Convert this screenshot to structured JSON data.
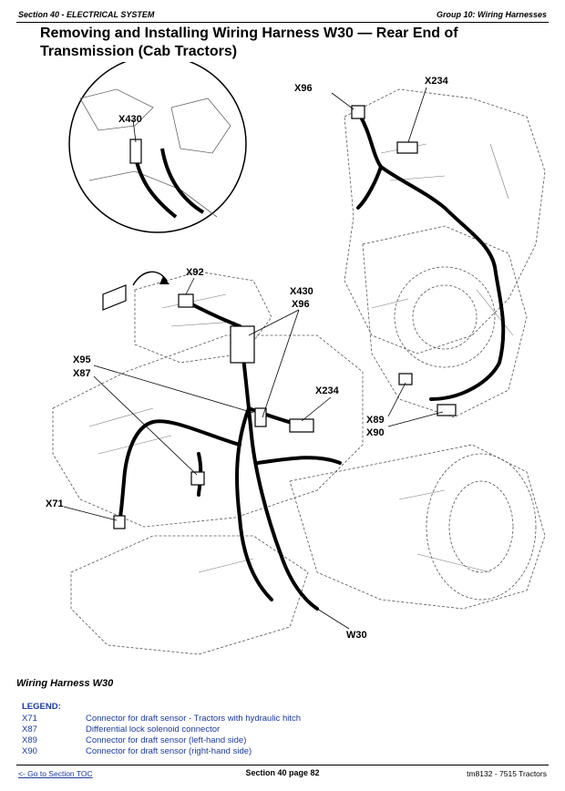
{
  "header": {
    "section": "Section 40 - ELECTRICAL SYSTEM",
    "group": "Group 10: Wiring Harnesses"
  },
  "title": "Removing and Installing Wiring Harness W30 — Rear End of Transmission (Cab Tractors)",
  "figure": {
    "callouts": {
      "x430_detail": "X430",
      "x96_top": "X96",
      "x234_top": "X234",
      "x92": "X92",
      "x430_mid": "X430",
      "x96_mid": "X96",
      "x95": "X95",
      "x87": "X87",
      "x234_mid": "X234",
      "x89": "X89",
      "x90": "X90",
      "x71": "X71",
      "w30": "W30"
    }
  },
  "caption": "Wiring Harness W30",
  "legend": {
    "heading": "LEGEND:",
    "items": [
      {
        "code": "X71",
        "description": "Connector for draft sensor - Tractors with hydraulic hitch"
      },
      {
        "code": "X87",
        "description": "Differential lock solenoid connector"
      },
      {
        "code": "X89",
        "description": "Connector for draft sensor (left-hand side)"
      },
      {
        "code": "X90",
        "description": "Connector for draft sensor (right-hand side)"
      }
    ]
  },
  "footer": {
    "toc_link": "<- Go to Section TOC",
    "page": "Section 40 page 82",
    "doc": "tm8132 - 7515 Tractors"
  }
}
